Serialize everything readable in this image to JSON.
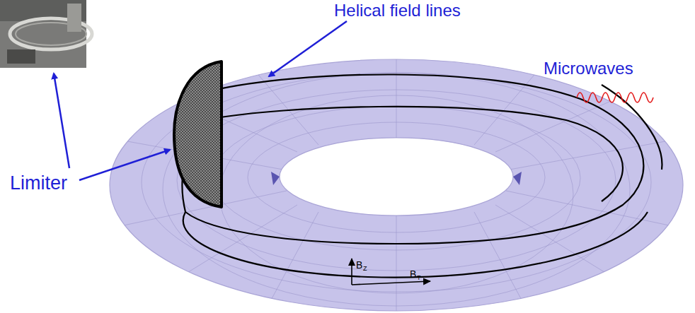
{
  "diagram": {
    "labels": [
      "Helical field lines",
      "Limiter",
      "Microwaves",
      "B",
      "Z",
      "B",
      "T"
    ]
  }
}
